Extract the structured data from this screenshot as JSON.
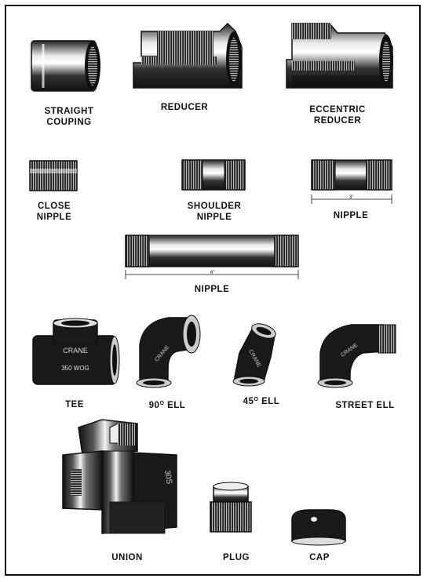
{
  "labels": {
    "straight_coupling": [
      "STRAIGHT",
      "COUPING"
    ],
    "reducer": "REDUCER",
    "eccentric_reducer": [
      "ECCENTRIC",
      "REDUCER"
    ],
    "close_nipple": [
      "CLOSE",
      "NIPPLE"
    ],
    "shoulder_nipple": [
      "SHOULDER",
      "NIPPLE"
    ],
    "nipple_short": "NIPPLE",
    "nipple_long": "NIPPLE",
    "tee": "TEE",
    "ell_90": {
      "number": "90",
      "degree": "O",
      "suffix": "ELL"
    },
    "ell_45": {
      "number": "45",
      "degree": "O",
      "suffix": "ELL"
    },
    "street_ell": "STREET ELL",
    "union": "UNION",
    "plug": "PLUG",
    "cap": "CAP"
  },
  "dimensions": {
    "short_nipple": "3\"",
    "long_nipple": "6\""
  },
  "markings": {
    "tee": [
      "CRANE",
      "350 WOG"
    ],
    "ell_90": "CRANE",
    "ell_45": "CRANE",
    "street_ell": "CRANE"
  },
  "colors": {
    "ink": "#111111",
    "paper": "#ffffff",
    "highlight": "#e8e8e8"
  }
}
